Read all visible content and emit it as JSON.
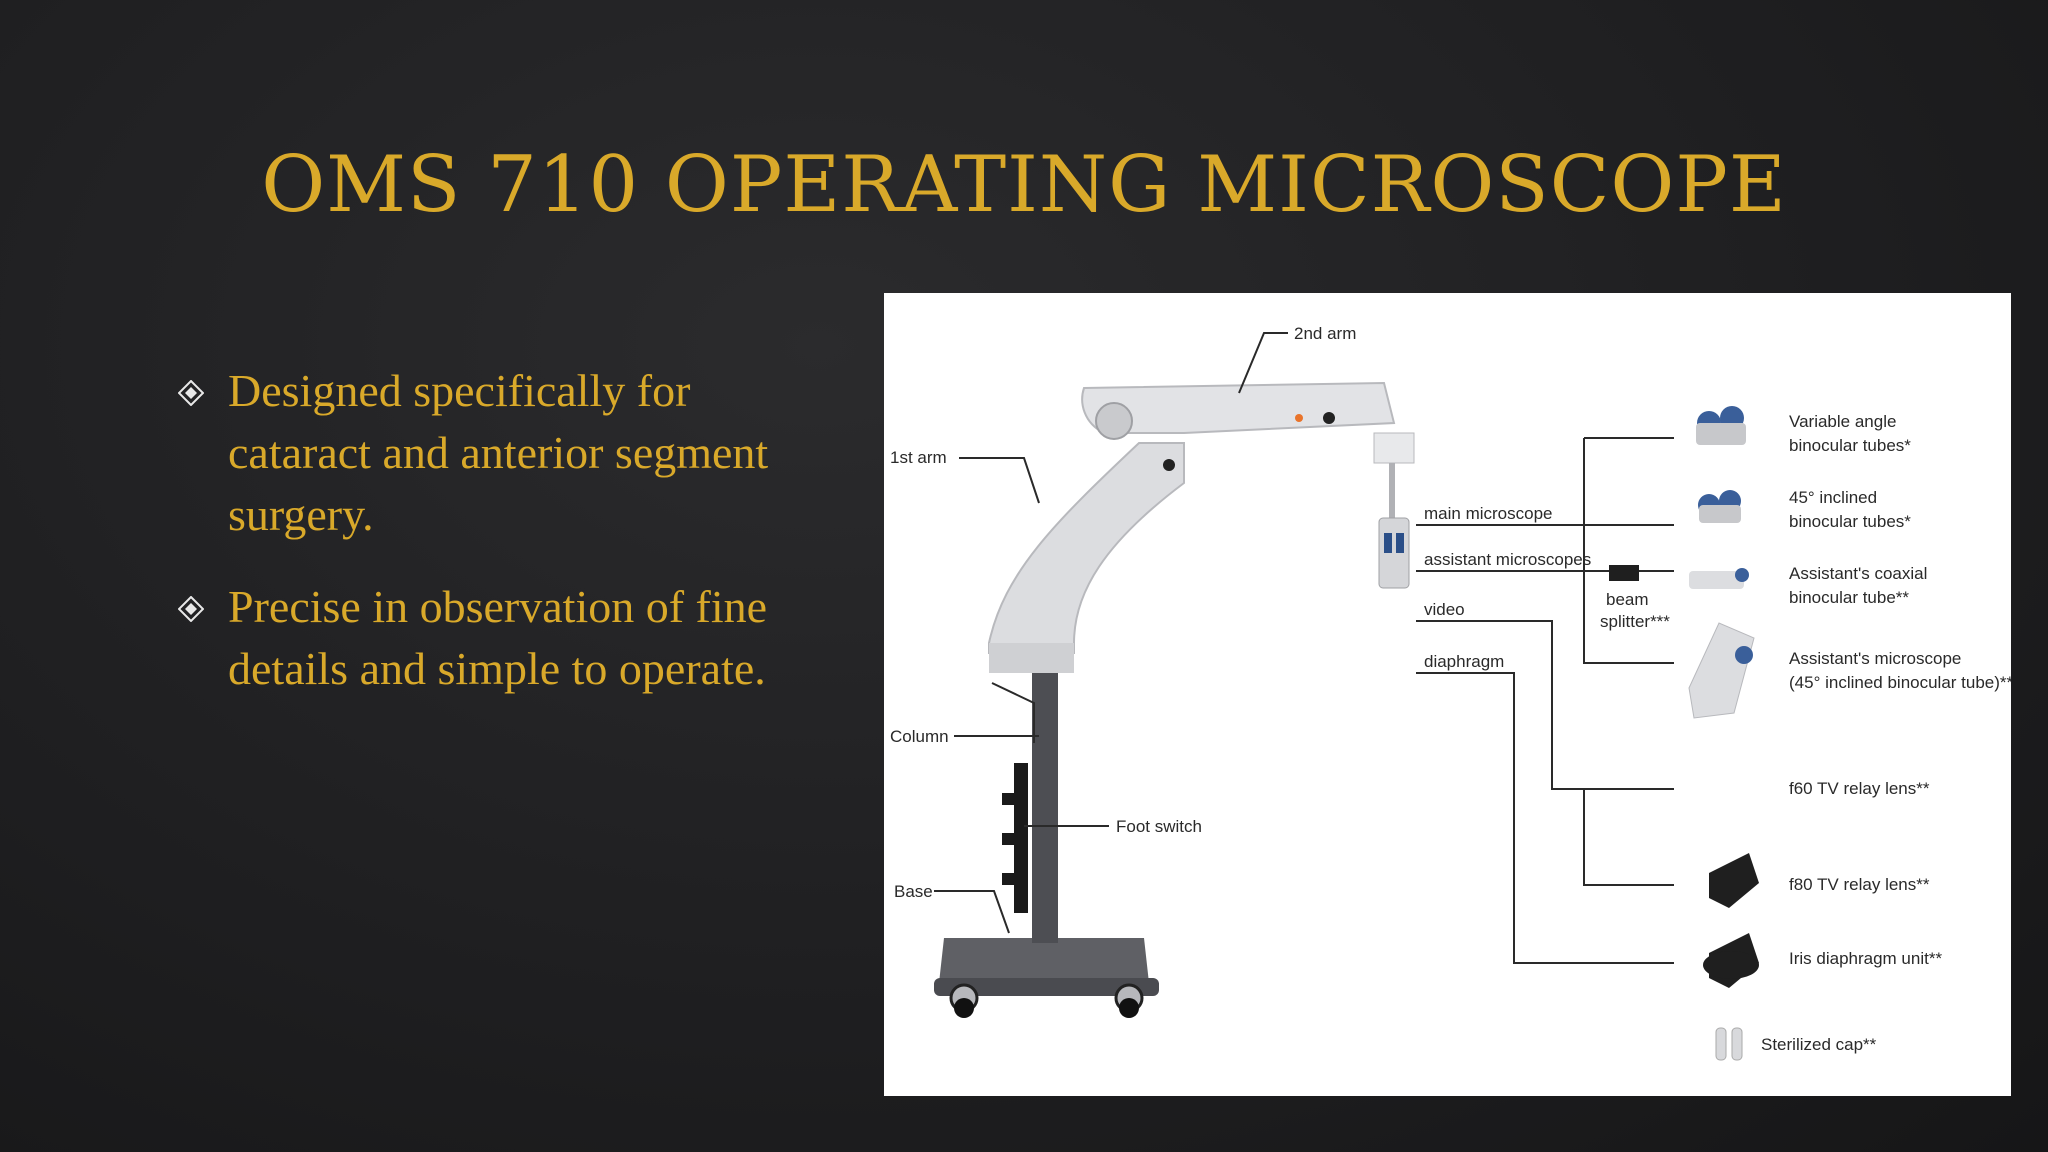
{
  "slide": {
    "title": "OMS 710 OPERATING MICROSCOPE",
    "bullets": [
      {
        "text": "Designed specifically for cataract and anterior segment surgery."
      },
      {
        "text": " Precise in observation of fine details and simple to operate."
      }
    ]
  },
  "figure": {
    "labels": {
      "second_arm": "2nd arm",
      "first_arm": "1st arm",
      "column": "Column",
      "foot_switch": "Foot switch",
      "base": "Base",
      "main_microscope": "main microscope",
      "assistant_microscopes": "assistant microscopes",
      "video": "video",
      "diaphragm": "diaphragm",
      "beam": "beam",
      "splitter": "splitter***"
    },
    "accessories": [
      {
        "line1": "Variable angle",
        "line2": "binocular tubes*"
      },
      {
        "line1": "45° inclined",
        "line2": "binocular tubes*"
      },
      {
        "line1": "Assistant's coaxial",
        "line2": "binocular tube**"
      },
      {
        "line1": "Assistant's microscope",
        "line2": "(45° inclined binocular tube)**"
      },
      {
        "line1": "f60 TV relay lens**",
        "line2": ""
      },
      {
        "line1": "f80 TV relay lens**",
        "line2": ""
      },
      {
        "line1": "Iris diaphragm unit**",
        "line2": ""
      },
      {
        "line1": "Sterilized cap**",
        "line2": ""
      }
    ]
  },
  "colors": {
    "title": "#d9a92a",
    "background": "#1f1f21"
  }
}
